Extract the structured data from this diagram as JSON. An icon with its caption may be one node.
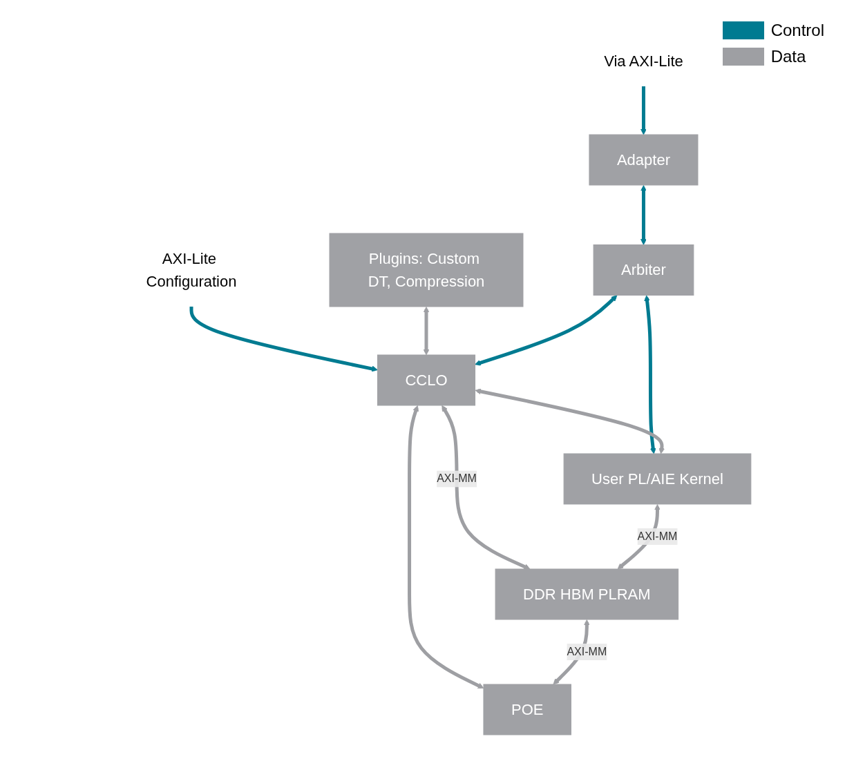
{
  "diagram": {
    "nodes": [
      {
        "text": [
          "Plugins: Custom DT, Compression"
        ]
      },
      {
        "text": [
          "Via AXI-Lite"
        ]
      },
      {
        "text": [
          "AXI-Lite Configuration"
        ]
      },
      {
        "text": [
          "Adapter"
        ]
      },
      {
        "text": [
          "Arbiter"
        ]
      },
      {
        "text": [
          "CCLO"
        ]
      },
      {
        "text": [
          "POE"
        ]
      },
      {
        "text": [
          "User PL/AIE Kernel"
        ]
      },
      {
        "text": [
          "DDR HBM PLRAM"
        ]
      }
    ],
    "edges": [
      {
        "from": 1,
        "to": 3,
        "arrow": "to",
        "color": "#007b91"
      },
      {
        "from": 2,
        "to": 5,
        "arrow": "to",
        "color": "#007b91"
      },
      {
        "from": 3,
        "to": 4,
        "arrow": "both",
        "color": "#007b91"
      },
      {
        "from": 0,
        "to": 5,
        "arrow": "both"
      },
      {
        "from": 4,
        "to": 5,
        "arrow": "both",
        "color": "#007b91"
      },
      {
        "from": 5,
        "to": 6,
        "arrow": "both"
      },
      {
        "from": 4,
        "to": 7,
        "arrow": "both",
        "color": "#007b91"
      },
      {
        "from": 5,
        "to": 7,
        "arrow": "both"
      },
      {
        "from": 5,
        "to": 8,
        "arrow": "both",
        "label": "AXI-MM"
      },
      {
        "from": 7,
        "to": 8,
        "arrow": "both",
        "label": "AXI-MM"
      },
      {
        "from": 8,
        "to": 6,
        "arrow": "both",
        "label": "AXI-MM"
      }
    ],
    "legend": [
      {
        "text": "Control",
        "color": "#007b91"
      },
      {
        "text": "Data",
        "color": "#9e9fa3"
      }
    ]
  }
}
